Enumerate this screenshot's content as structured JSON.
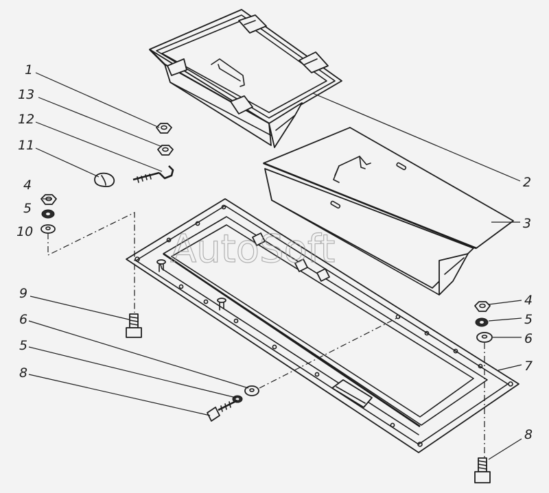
{
  "watermark": "AutoSoft",
  "callouts": {
    "c1": "1",
    "c13": "13",
    "c12": "12",
    "c11": "11",
    "c4a": "4",
    "c5a": "5",
    "c10": "10",
    "c9": "9",
    "c6a": "6",
    "c5b": "5",
    "c8a": "8",
    "c2": "2",
    "c3": "3",
    "c4b": "4",
    "c5c": "5",
    "c6b": "6",
    "c7": "7",
    "c8b": "8"
  }
}
